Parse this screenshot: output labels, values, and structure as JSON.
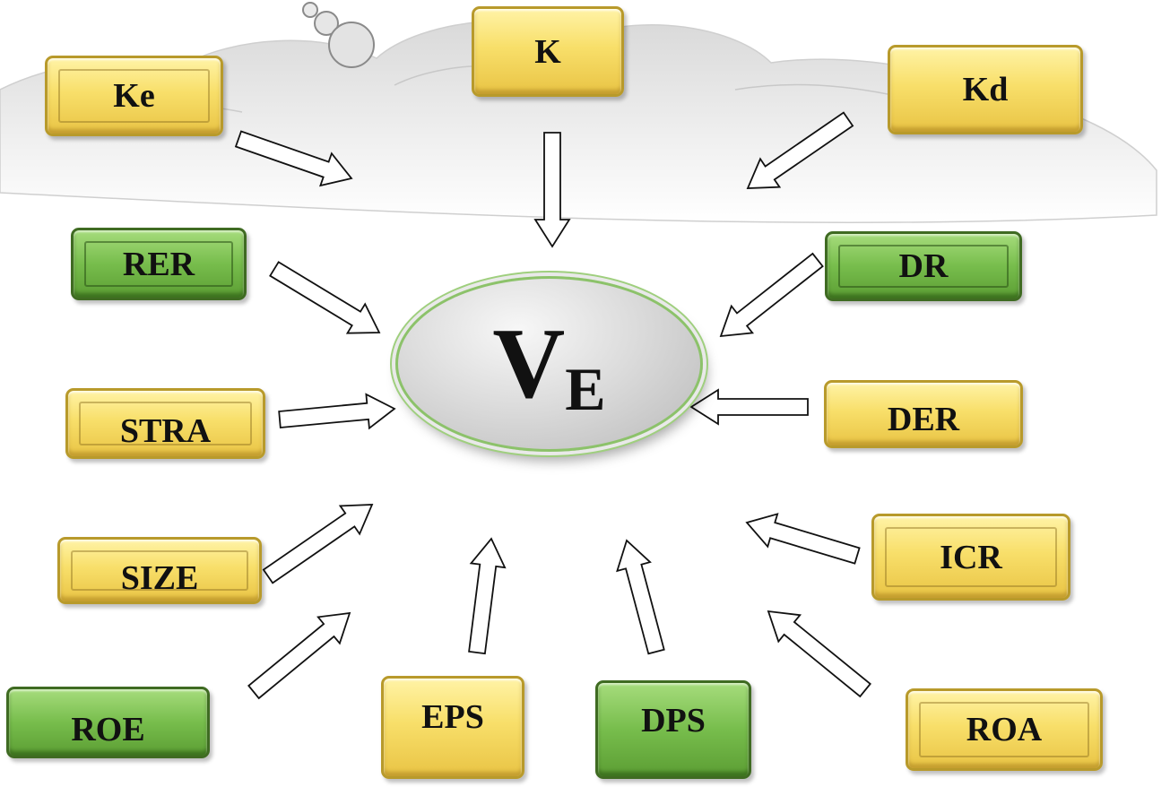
{
  "center": {
    "main": "V",
    "subscript": "E"
  },
  "nodes": {
    "k": {
      "label": "K",
      "color": "yellow"
    },
    "ke": {
      "label": "Ke",
      "color": "yellow"
    },
    "kd": {
      "label": "Kd",
      "color": "yellow"
    },
    "rer": {
      "label": "RER",
      "color": "green"
    },
    "dr": {
      "label": "DR",
      "color": "green"
    },
    "stra": {
      "label": "STRA",
      "color": "yellow"
    },
    "der": {
      "label": "DER",
      "color": "yellow"
    },
    "size": {
      "label": "SIZE",
      "color": "yellow"
    },
    "icr": {
      "label": "ICR",
      "color": "yellow"
    },
    "roe": {
      "label": "ROE",
      "color": "green"
    },
    "eps": {
      "label": "EPS",
      "color": "yellow"
    },
    "dps": {
      "label": "DPS",
      "color": "green"
    },
    "roa": {
      "label": "ROA",
      "color": "yellow"
    }
  },
  "arrows": [
    {
      "from": "ke",
      "to": "center"
    },
    {
      "from": "k",
      "to": "center"
    },
    {
      "from": "kd",
      "to": "center"
    },
    {
      "from": "rer",
      "to": "center"
    },
    {
      "from": "dr",
      "to": "center"
    },
    {
      "from": "stra",
      "to": "center"
    },
    {
      "from": "der",
      "to": "center"
    },
    {
      "from": "size",
      "to": "center"
    },
    {
      "from": "icr",
      "to": "center"
    },
    {
      "from": "roe",
      "to": "center"
    },
    {
      "from": "eps",
      "to": "center"
    },
    {
      "from": "dps",
      "to": "center"
    },
    {
      "from": "roa",
      "to": "center"
    }
  ],
  "colors": {
    "yellow_fill": "#f8df6a",
    "green_fill": "#77bd4c",
    "ellipse_fill": "#d6d6d6",
    "ellipse_border": "#8cc26a",
    "cloud": "#eeeeee"
  }
}
